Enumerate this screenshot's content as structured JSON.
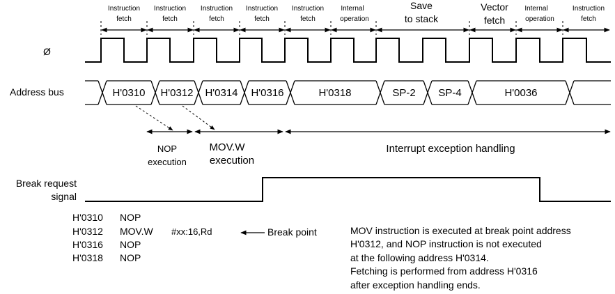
{
  "phases": [
    {
      "line1": "Instruction",
      "line2": "fetch"
    },
    {
      "line1": "Instruction",
      "line2": "fetch"
    },
    {
      "line1": "Instruction",
      "line2": "fetch"
    },
    {
      "line1": "Instruction",
      "line2": "fetch"
    },
    {
      "line1": "Instruction",
      "line2": "fetch"
    },
    {
      "line1": "Internal",
      "line2": "operation"
    },
    {
      "line1": "Save",
      "line2": "to stack"
    },
    {
      "line1": "Vector",
      "line2": "fetch"
    },
    {
      "line1": "Internal",
      "line2": "operation"
    },
    {
      "line1": "Instruction",
      "line2": "fetch"
    }
  ],
  "signals": {
    "clock": "Ø",
    "address_bus": "Address bus",
    "break_request_line1": "Break request",
    "break_request_line2": "signal"
  },
  "bus_values": [
    "H'0310",
    "H'0312",
    "H'0314",
    "H'0316",
    "H'0318",
    "SP-2",
    "SP-4",
    "H'0036"
  ],
  "spans": {
    "nop_line1": "NOP",
    "nop_line2": "execution",
    "mov_line1": "MOV.W",
    "mov_line2": "execution",
    "interrupt": "Interrupt exception handling"
  },
  "program": [
    {
      "addr": "H'0310",
      "op": "NOP",
      "operand": ""
    },
    {
      "addr": "H'0312",
      "op": "MOV.W",
      "operand": "#xx:16,Rd"
    },
    {
      "addr": "H'0316",
      "op": "NOP",
      "operand": ""
    },
    {
      "addr": "H'0318",
      "op": "NOP",
      "operand": ""
    }
  ],
  "break_point_label": "Break point",
  "notes": [
    "MOV instruction is executed at break point address",
    "H'0312, and NOP instruction is not executed",
    "at the following address H'0314.",
    "Fetching is performed from address H'0316",
    "after exception handling ends."
  ]
}
